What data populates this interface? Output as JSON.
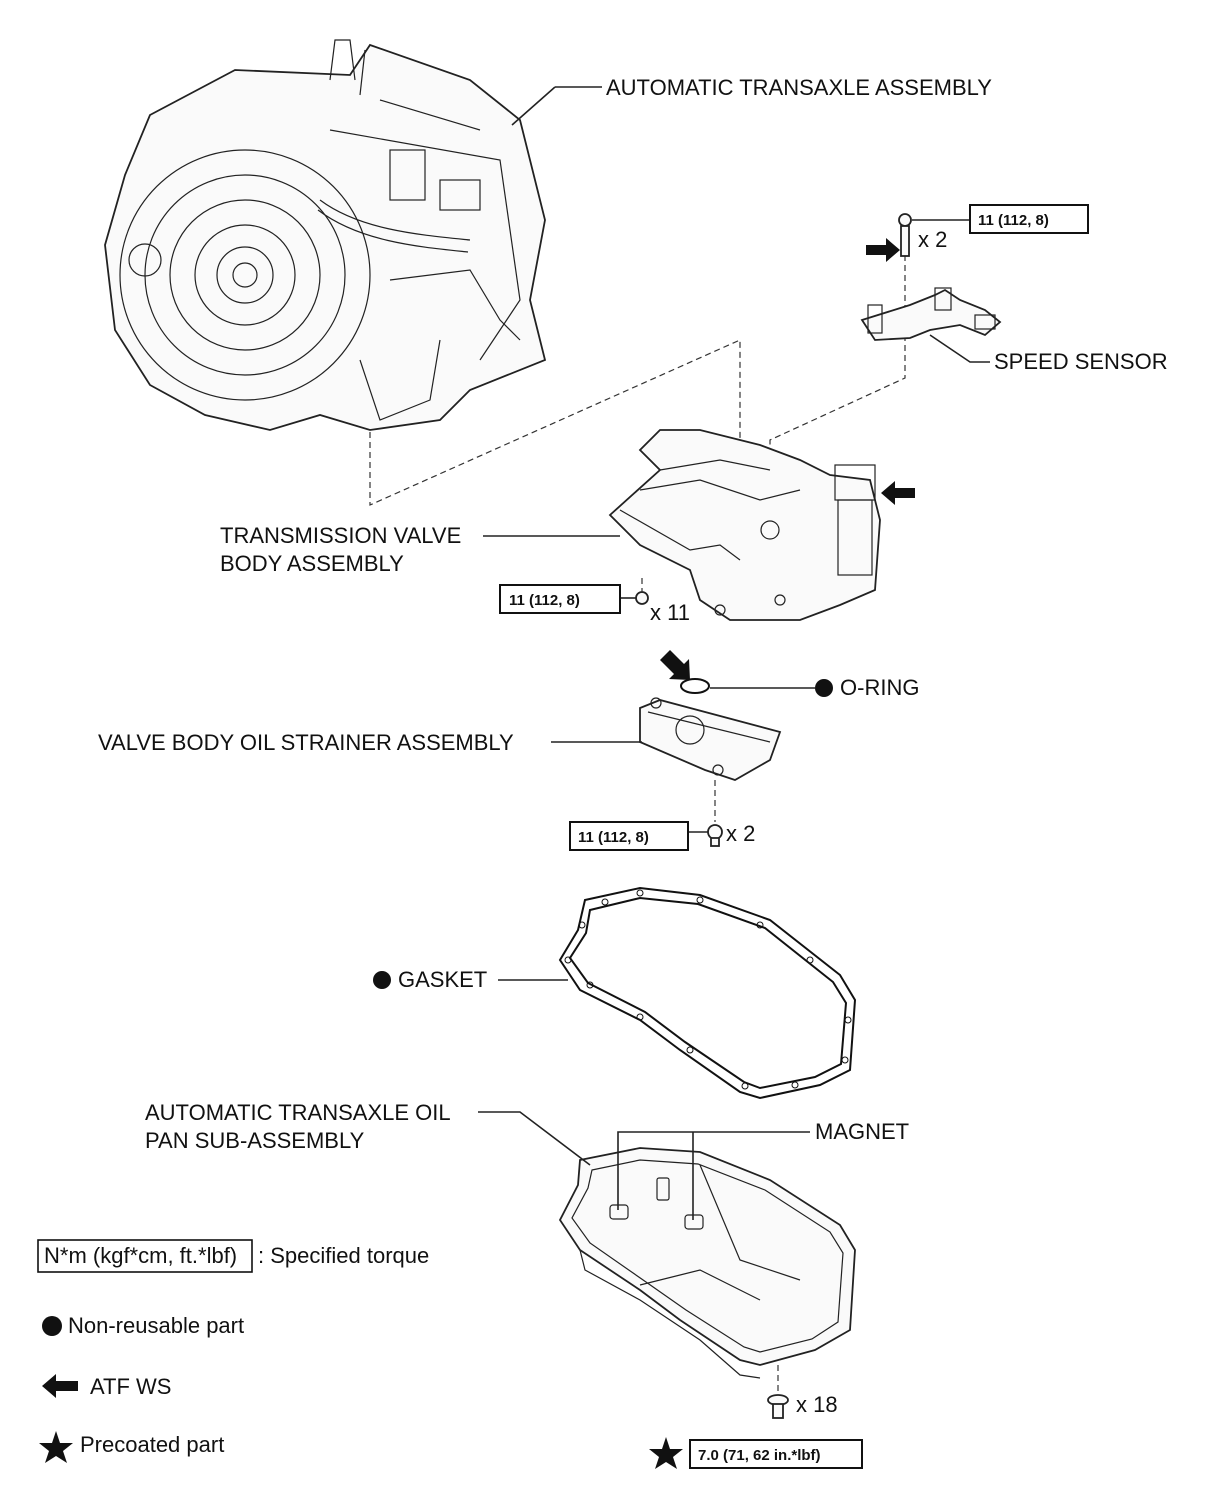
{
  "labels": {
    "transaxle": "AUTOMATIC TRANSAXLE ASSEMBLY",
    "speed_sensor": "SPEED SENSOR",
    "valve_body_line1": "TRANSMISSION VALVE",
    "valve_body_line2": "BODY ASSEMBLY",
    "o_ring": "O-RING",
    "strainer": "VALVE BODY OIL STRAINER ASSEMBLY",
    "gasket": "GASKET",
    "oil_pan_line1": "AUTOMATIC TRANSAXLE OIL",
    "oil_pan_line2": "PAN SUB-ASSEMBLY",
    "magnet": "MAGNET"
  },
  "torque": {
    "speed_sensor_bolt": "11 (112, 8)",
    "valve_body_bolt": "11 (112, 8)",
    "strainer_bolt": "11 (112, 8)",
    "oil_pan_bolt": "7.0 (71, 62 in.*lbf)"
  },
  "quantities": {
    "speed_sensor_bolt": "x 2",
    "valve_body_bolt": "x 11",
    "strainer_bolt": "x 2",
    "oil_pan_bolt": "x 18"
  },
  "legend": {
    "torque_box": "N*m (kgf*cm, ft.*lbf)",
    "torque_text": ": Specified torque",
    "non_reusable": "Non-reusable part",
    "atf": "ATF WS",
    "precoated": "Precoated part"
  },
  "icons": {
    "non_reusable": "filled-circle-icon",
    "atf": "arrow-left-icon",
    "precoated": "star-icon"
  }
}
